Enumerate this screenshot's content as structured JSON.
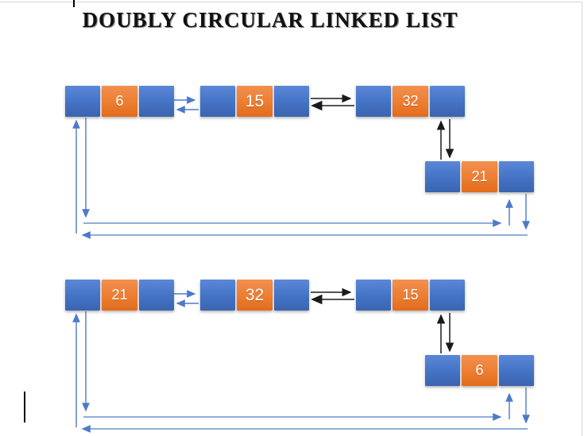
{
  "page": {
    "title": "DOUBLY CIRCULAR LINKED LIST",
    "colors": {
      "node_pointer_blue": "#4472C4",
      "node_data_orange": "#ED7D31",
      "connector_blue": "#4D7AC9",
      "connector_black": "#1A1A1A",
      "page_border_gray": "#D6D6D6"
    }
  },
  "diagrams": [
    {
      "name": "doubly-circular-list-1",
      "nodes": [
        {
          "value": "6"
        },
        {
          "value": "15"
        },
        {
          "value": "32"
        },
        {
          "value": "21"
        }
      ]
    },
    {
      "name": "doubly-circular-list-2",
      "nodes": [
        {
          "value": "21"
        },
        {
          "value": "32"
        },
        {
          "value": "15"
        },
        {
          "value": "6"
        }
      ]
    }
  ]
}
